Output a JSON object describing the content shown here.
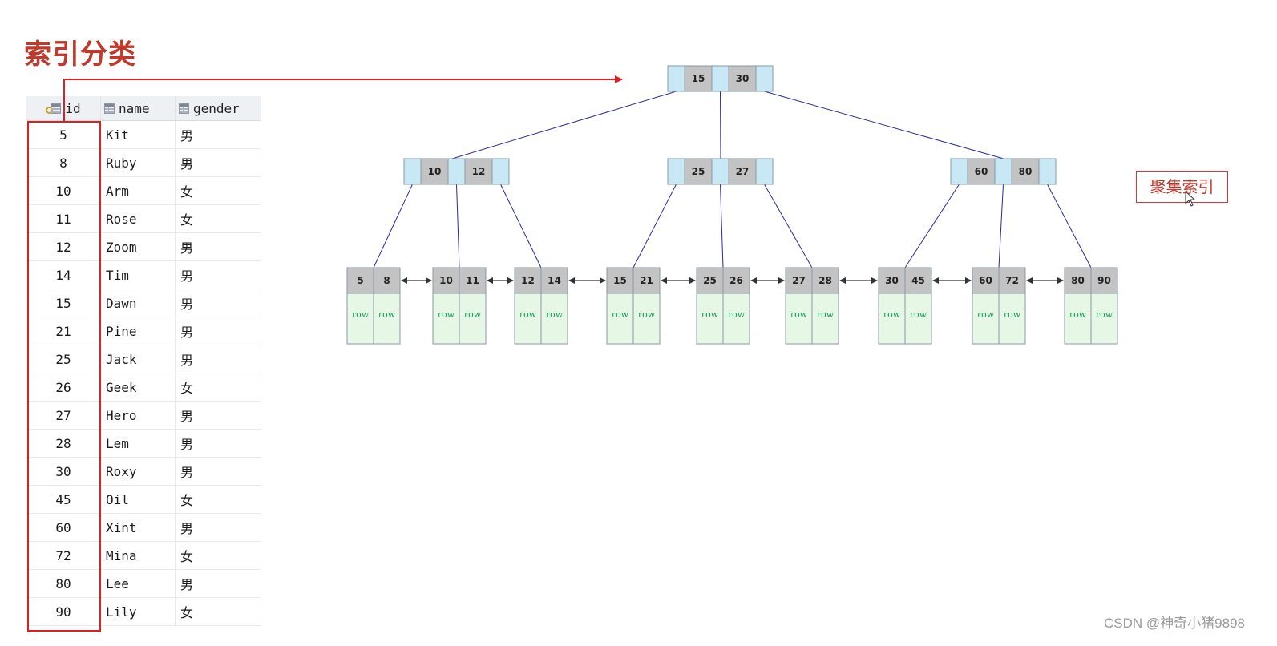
{
  "title": "索引分类",
  "table": {
    "headers": {
      "id": "id",
      "name": "name",
      "gender": "gender"
    },
    "rows": [
      [
        "5",
        "Kit",
        "男"
      ],
      [
        "8",
        "Ruby",
        "男"
      ],
      [
        "10",
        "Arm",
        "女"
      ],
      [
        "11",
        "Rose",
        "女"
      ],
      [
        "12",
        "Zoom",
        "男"
      ],
      [
        "14",
        "Tim",
        "男"
      ],
      [
        "15",
        "Dawn",
        "男"
      ],
      [
        "21",
        "Pine",
        "男"
      ],
      [
        "25",
        "Jack",
        "男"
      ],
      [
        "26",
        "Geek",
        "女"
      ],
      [
        "27",
        "Hero",
        "男"
      ],
      [
        "28",
        "Lem",
        "男"
      ],
      [
        "30",
        "Roxy",
        "男"
      ],
      [
        "45",
        "Oil",
        "女"
      ],
      [
        "60",
        "Xint",
        "男"
      ],
      [
        "72",
        "Mina",
        "女"
      ],
      [
        "80",
        "Lee",
        "男"
      ],
      [
        "90",
        "Lily",
        "女"
      ]
    ]
  },
  "tree": {
    "root": [
      "15",
      "30"
    ],
    "internal": [
      [
        "10",
        "12"
      ],
      [
        "25",
        "27"
      ],
      [
        "60",
        "80"
      ]
    ],
    "leaves": [
      [
        "5",
        "8"
      ],
      [
        "10",
        "11"
      ],
      [
        "12",
        "14"
      ],
      [
        "15",
        "21"
      ],
      [
        "25",
        "26"
      ],
      [
        "27",
        "28"
      ],
      [
        "30",
        "45"
      ],
      [
        "60",
        "72"
      ],
      [
        "80",
        "90"
      ]
    ],
    "row_label": "row"
  },
  "label": "聚集索引",
  "watermark": "CSDN @神奇小猪9898",
  "colors": {
    "title": "#c0392b",
    "highlight": "#e02020",
    "pointer_cell": "#c9e8f5",
    "key_cell": "#c3c3c3",
    "row_cell": "#e6f7e6",
    "edge": "#2a2a9a"
  }
}
